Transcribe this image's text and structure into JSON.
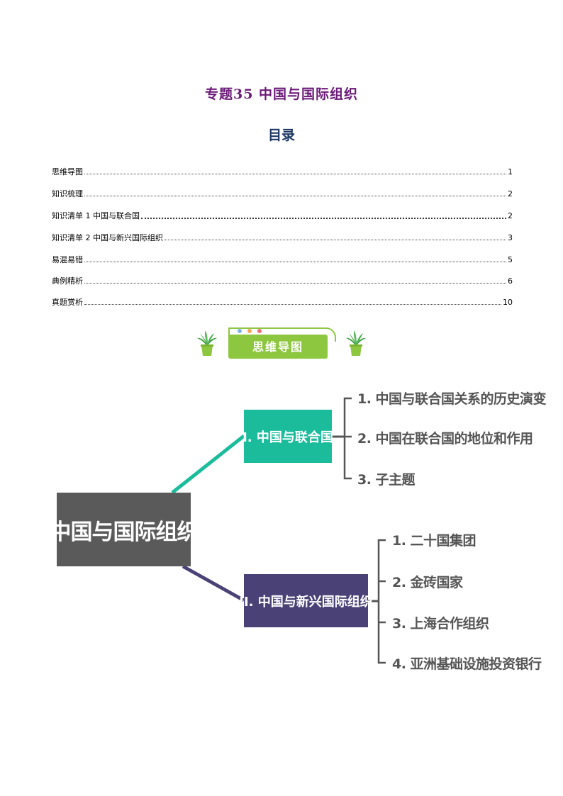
{
  "title": "专题35  中国与国际组织",
  "toc": {
    "heading": "目录",
    "entries": [
      {
        "label": "思维导图",
        "page": "1",
        "style": "normal"
      },
      {
        "label": "知识梳理",
        "page": "2",
        "style": "normal"
      },
      {
        "label": "知识清单 1 中国与联合国",
        "page": "2",
        "style": "wide"
      },
      {
        "label": "知识清单 2 中国与新兴国际组织",
        "page": "3",
        "style": "normal"
      },
      {
        "label": "易混易错",
        "page": "5",
        "style": "normal"
      },
      {
        "label": "典例精析",
        "page": "6",
        "style": "normal"
      },
      {
        "label": "真题赏析",
        "page": "10",
        "style": "normal"
      }
    ]
  },
  "section_banner": {
    "label": "思维导图",
    "dot_colors": [
      "#7fb2e5",
      "#f2a65a",
      "#e57373"
    ],
    "accent": "#8dc63f"
  },
  "mindmap": {
    "root": "中国与国际组织",
    "branches": [
      {
        "label": "I. 中国与联合国",
        "color": "#1abc9c",
        "leaves": [
          "1. 中国与联合国关系的历史演变",
          "2. 中国在联合国的地位和作用",
          "3. 子主题"
        ]
      },
      {
        "label": "II. 中国与新兴国际组织",
        "color": "#4a4276",
        "leaves": [
          "1. 二十国集团",
          "2. 金砖国家",
          "3. 上海合作组织",
          "4. 亚洲基础设施投资银行"
        ]
      }
    ]
  }
}
